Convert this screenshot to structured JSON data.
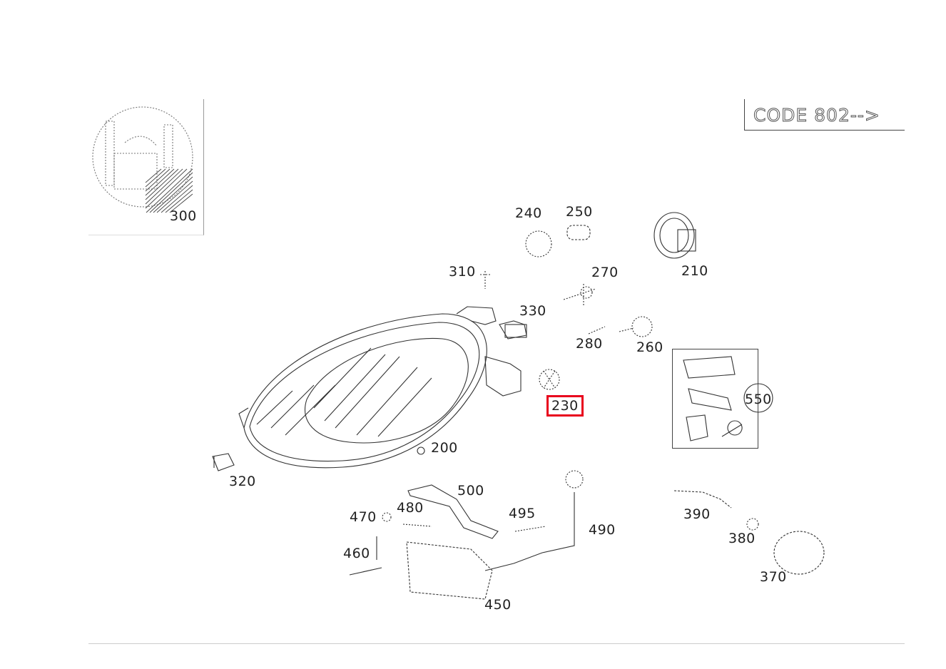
{
  "diagram": {
    "code_label": "CODE 802-->",
    "highlighted_part": "230",
    "highlight_color": "#e8001c",
    "part_labels": {
      "p200": "200",
      "p210": "210",
      "p230": "230",
      "p240": "240",
      "p250": "250",
      "p260": "260",
      "p270": "270",
      "p280": "280",
      "p300": "300",
      "p310": "310",
      "p320": "320",
      "p330": "330",
      "p370": "370",
      "p380": "380",
      "p390": "390",
      "p450": "450",
      "p460": "460",
      "p470": "470",
      "p480": "480",
      "p490": "490",
      "p495": "495",
      "p500": "500",
      "p550": "550"
    }
  }
}
